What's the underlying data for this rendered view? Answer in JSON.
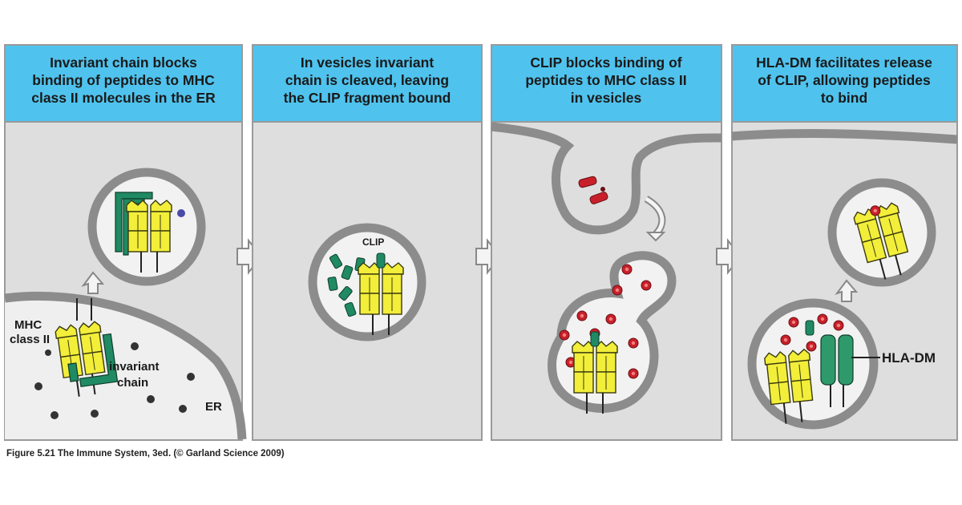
{
  "colors": {
    "title_bar": "#4fc3ee",
    "panel_bg": "#dedede",
    "membrane": "#8c8c8c",
    "mhc_yellow": "#f2ee3a",
    "invariant_green": "#1f8a63",
    "hla_dm_green": "#2e9a6c",
    "peptide_red": "#c8202a",
    "er_dot": "#333333"
  },
  "panels": [
    {
      "title_lines": [
        "Invariant chain blocks",
        "binding of peptides to MHC",
        "class II molecules in the ER"
      ]
    },
    {
      "title_lines": [
        "In vesicles invariant",
        "chain is cleaved, leaving",
        "the CLIP fragment bound"
      ]
    },
    {
      "title_lines": [
        "CLIP blocks binding of",
        "peptides to MHC class II",
        "in vesicles"
      ]
    },
    {
      "title_lines": [
        "HLA-DM facilitates release",
        "of CLIP, allowing peptides",
        "to bind"
      ]
    }
  ],
  "labels": {
    "mhc": [
      "MHC",
      "class II"
    ],
    "invariant": [
      "invariant",
      "chain"
    ],
    "er": "ER",
    "clip": "CLIP",
    "hla_dm": "HLA-DM"
  },
  "caption": "Figure 5.21 The Immune System, 3ed. (© Garland Science 2009)",
  "icons": [
    "step-arrow-icon",
    "transport-arrow-icon"
  ]
}
